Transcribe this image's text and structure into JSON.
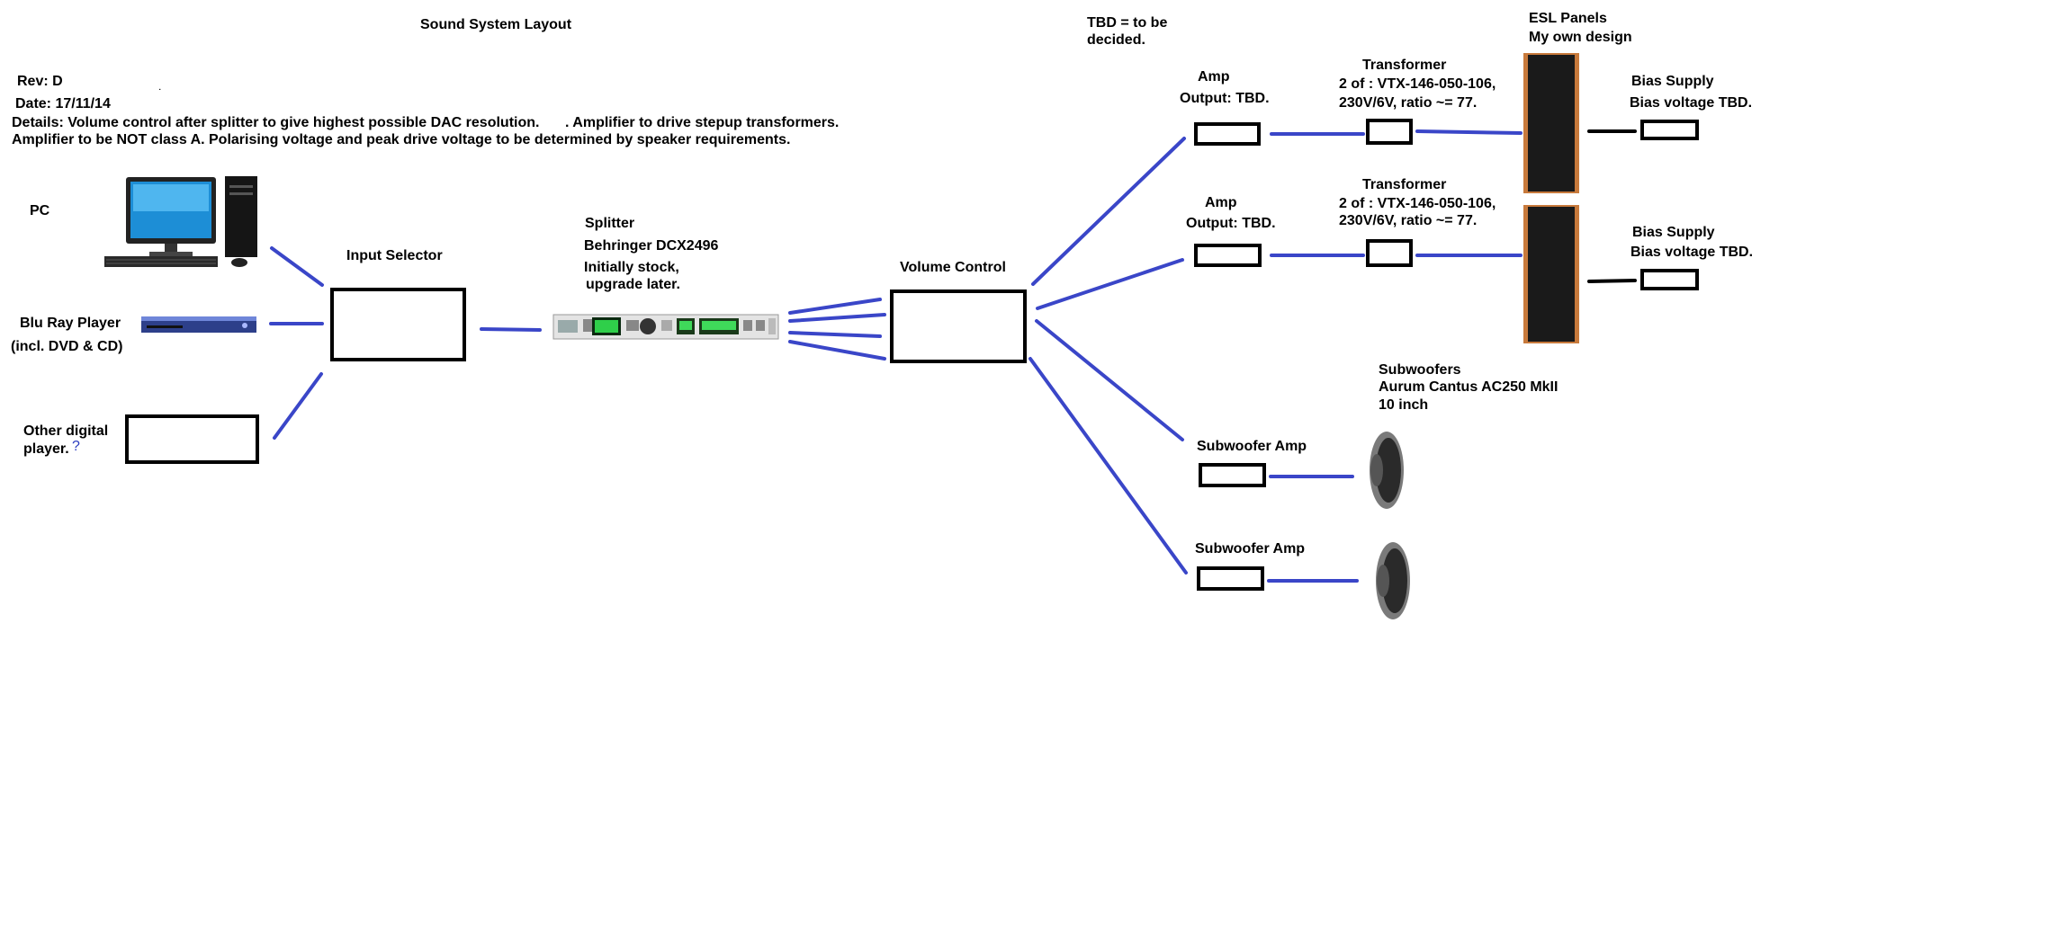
{
  "title": "Sound System Layout",
  "rev": "Rev:  D",
  "date": "Date:  17/11/14",
  "dot": "˙",
  "details": {
    "line1a": "Details: Volume control after splitter to give highest possible DAC resolution.",
    "line1b": ". Amplifier to drive stepup transformers.",
    "line2": "Amplifier to be NOT class A. Polarising voltage and peak drive voltage to be determined by speaker requirements."
  },
  "tbd_note": [
    "TBD = to be",
    "decided."
  ],
  "sources": {
    "pc": "PC",
    "bluray": [
      "Blu Ray Player",
      "(incl. DVD & CD)"
    ],
    "other": [
      "Other digital",
      "player."
    ],
    "question_mark": "?"
  },
  "input_selector": "Input Selector",
  "splitter": [
    "Splitter",
    "Behringer DCX2496",
    "Initially stock,",
    "upgrade later."
  ],
  "volume_control": "Volume Control",
  "amps": [
    {
      "title": "Amp",
      "output": "Output: TBD."
    },
    {
      "title": "Amp",
      "output": "Output: TBD."
    }
  ],
  "transformers": [
    {
      "title": "Transformer",
      "line1": "2 of :  VTX-146-050-106,",
      "line2": "230V/6V, ratio ~= 77."
    },
    {
      "title": "Transformer",
      "line1": "2 of :  VTX-146-050-106,",
      "line2": "230V/6V, ratio ~= 77."
    }
  ],
  "esl": [
    "ESL Panels",
    "My own design"
  ],
  "bias": [
    {
      "title": "Bias Supply",
      "voltage": "Bias voltage TBD."
    },
    {
      "title": "Bias Supply",
      "voltage": "Bias voltage TBD."
    }
  ],
  "subwoofers": [
    "Subwoofers",
    "Aurum Cantus AC250 MkII",
    "10 inch"
  ],
  "subwoofer_amps": [
    "Subwoofer Amp",
    "Subwoofer Amp"
  ],
  "colors": {
    "wire": "#3a46c8",
    "box": "#000000",
    "cabinet_wood": "#c87a3c",
    "panel": "#1a1a1a"
  }
}
